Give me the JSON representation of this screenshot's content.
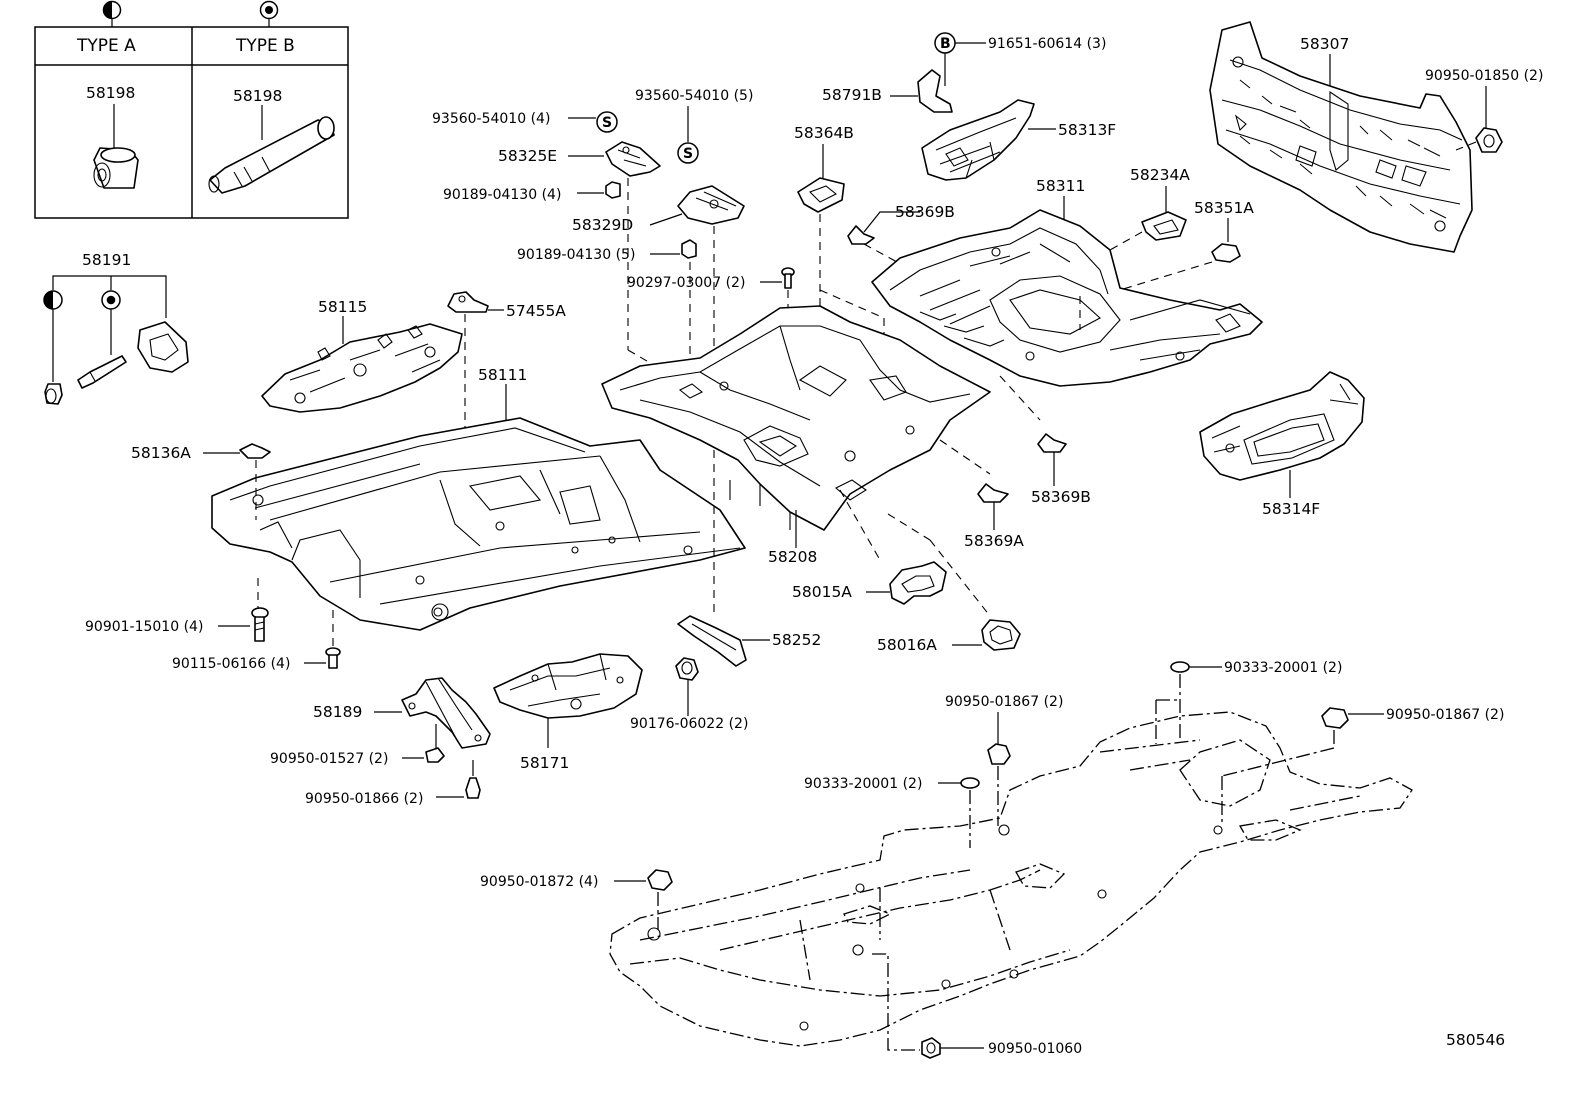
{
  "diagram": {
    "type_box": {
      "type_a_label": "TYPE A",
      "type_b_label": "TYPE B",
      "type_a_part": "58198",
      "type_b_part": "58198"
    },
    "symbol_s": "S",
    "symbol_b": "B",
    "labels": {
      "p58191": "58191",
      "p58115": "58115",
      "p57455a": "57455A",
      "p58111": "58111",
      "p58136a": "58136A",
      "p90901": "90901-15010 (4)",
      "p90115": "90115-06166 (4)",
      "p58189": "58189",
      "p90950_01527": "90950-01527 (2)",
      "p90950_01866": "90950-01866 (2)",
      "p58171": "58171",
      "p93560_a": "93560-54010 (4)",
      "p93560_b": "93560-54010 (5)",
      "p58325e": "58325E",
      "p90189_a": "90189-04130 (4)",
      "p58329d": "58329D",
      "p90189_b": "90189-04130 (5)",
      "p90297": "90297-03007 (2)",
      "p58252": "58252",
      "p90176": "90176-06022 (2)",
      "p58208": "58208",
      "p58015a": "58015A",
      "p58016a": "58016A",
      "p91651": "91651-60614 (3)",
      "p58791b": "58791B",
      "p58313f": "58313F",
      "p58364b": "58364B",
      "p58369b_top": "58369B",
      "p58311": "58311",
      "p58234a": "58234A",
      "p58351a": "58351A",
      "p58307": "58307",
      "p90950_01850": "90950-01850 (2)",
      "p58314f": "58314F",
      "p58369b_mid": "58369B",
      "p58369a": "58369A",
      "p90333_top": "90333-20001 (2)",
      "p90950_01867_l": "90950-01867 (2)",
      "p90950_01867_r": "90950-01867 (2)",
      "p90333_mid": "90333-20001 (2)",
      "p90950_01872": "90950-01872 (4)",
      "p90950_01060": "90950-01060",
      "figure_number": "580546"
    }
  }
}
